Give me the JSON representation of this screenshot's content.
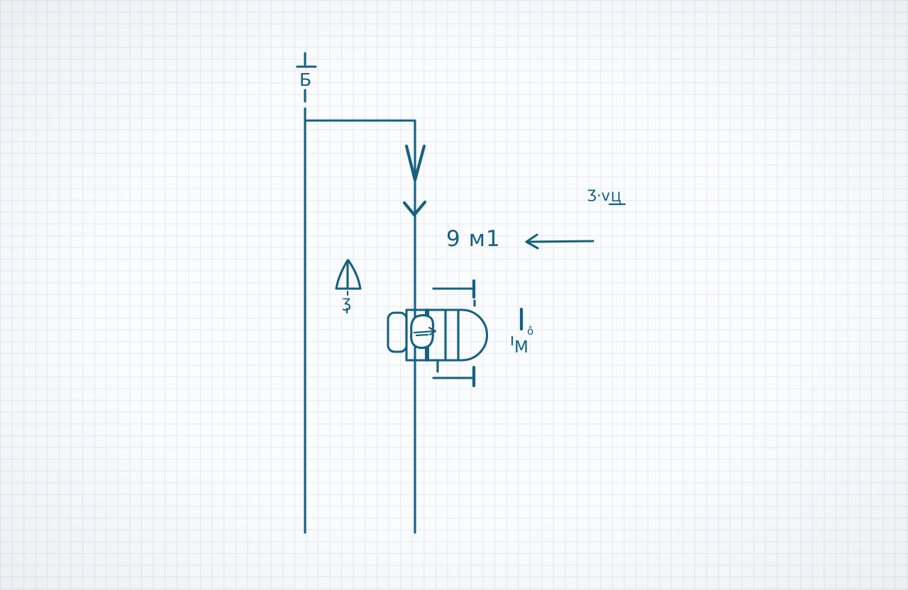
{
  "colors": {
    "ink": "#15617f",
    "paper": "#fbfcfd",
    "grid": "#e3e8f1"
  },
  "labels": {
    "section_marker": "Б",
    "distance": "9 м1",
    "note_main": "Ʒ·v",
    "note_sub": "Ц",
    "squiggle": "ʒ",
    "inertia_sup": "ô",
    "inertia_sub": "М"
  }
}
